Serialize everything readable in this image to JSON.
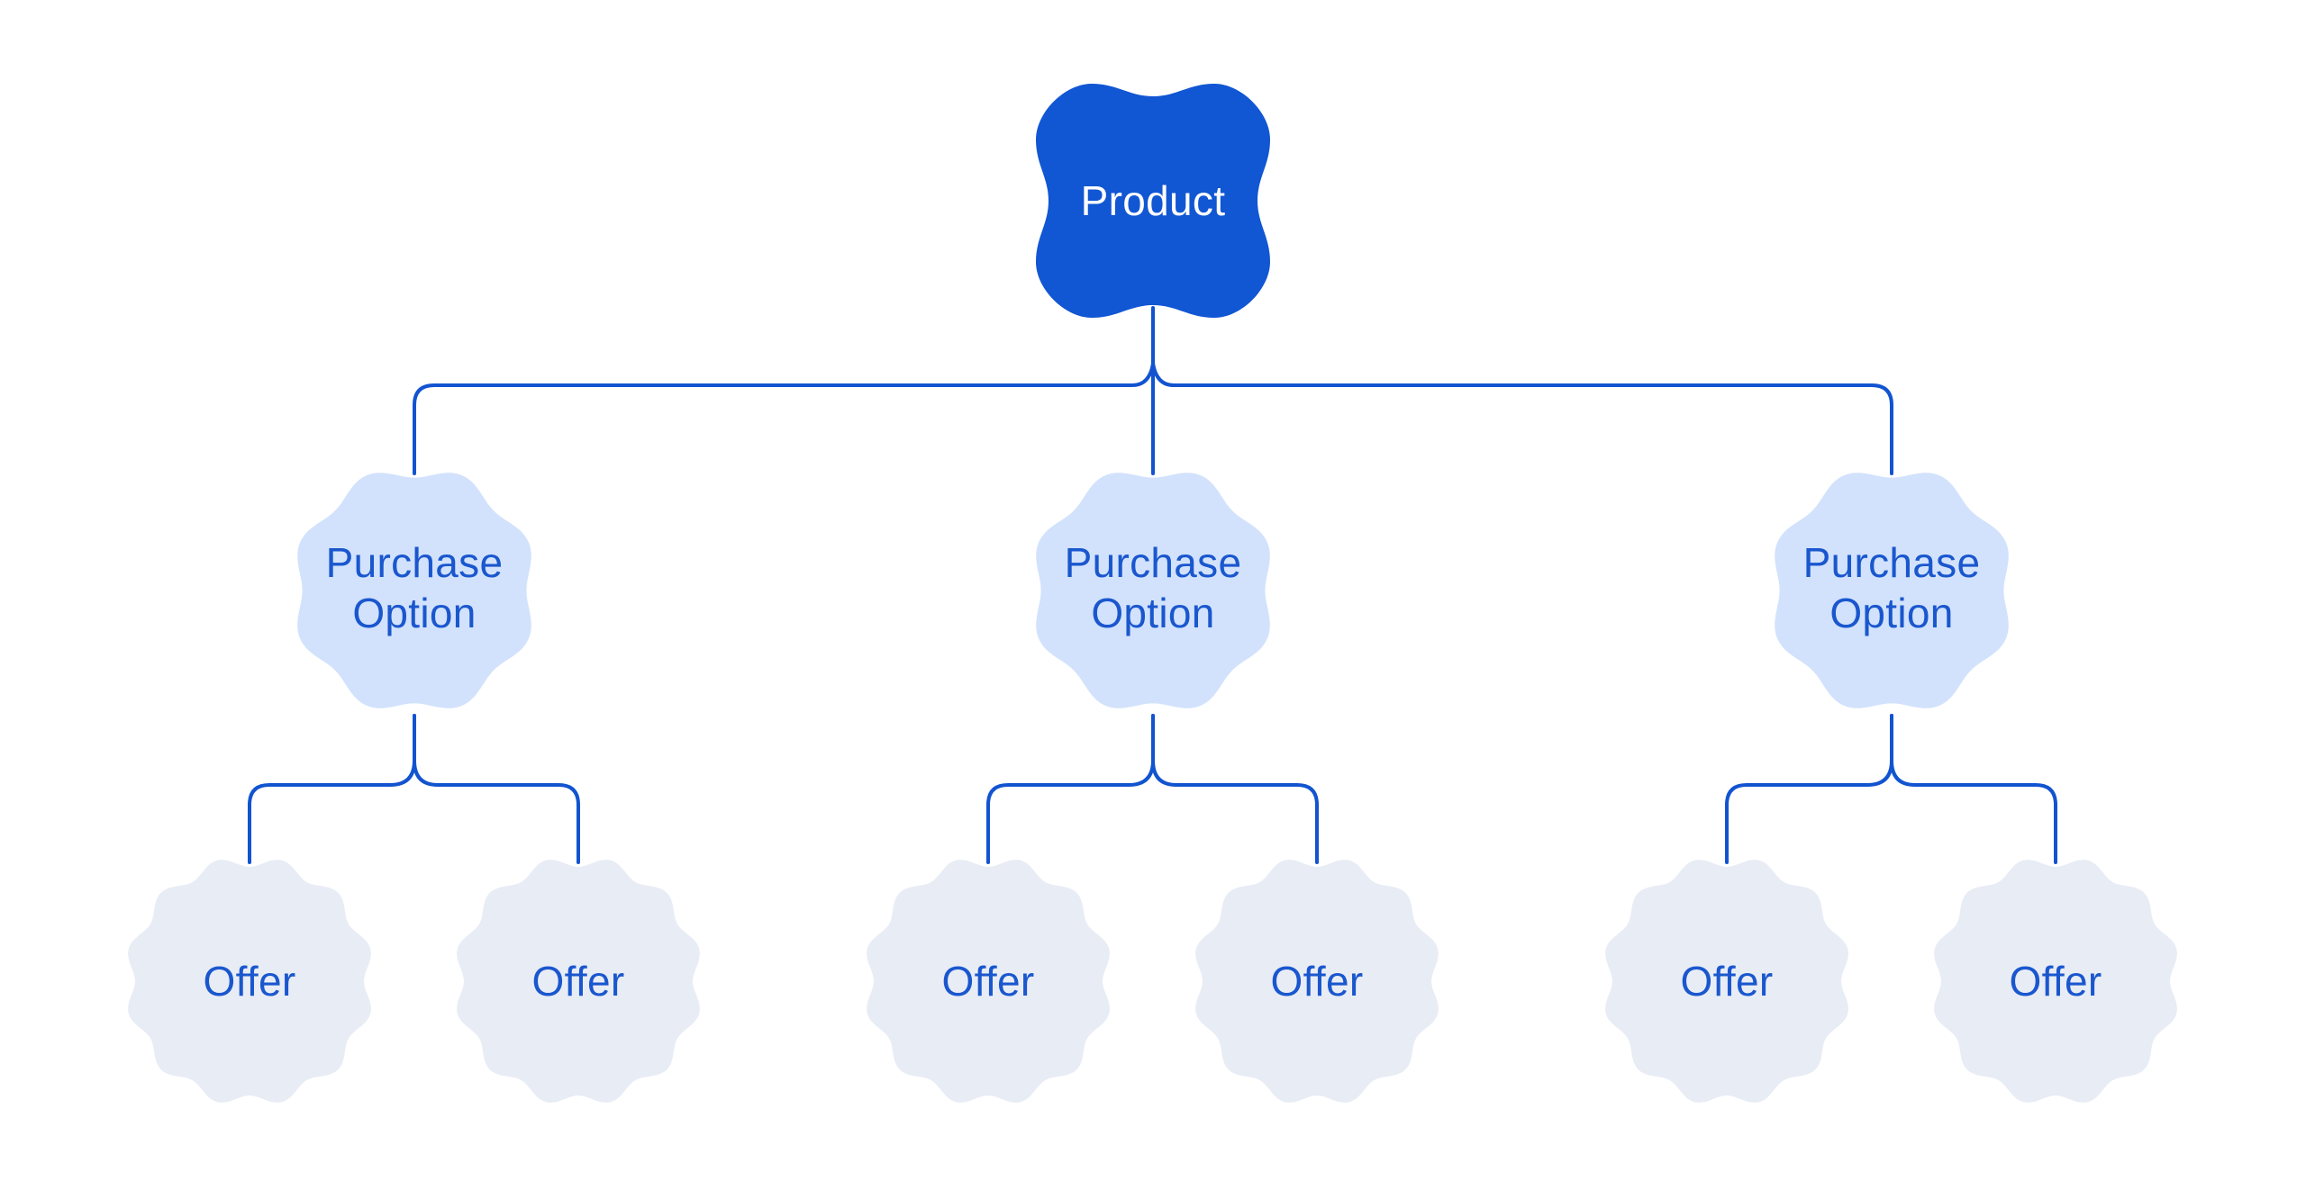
{
  "colors": {
    "background": "#FFFFFF",
    "connector": "#1254D0",
    "product_fill": "#1156D3",
    "product_text": "#FFFFFF",
    "purchase_option_fill": "#D2E2FC",
    "offer_fill": "#E8ECF5",
    "node_text": "#1A57CE"
  },
  "nodes": {
    "product": {
      "label": "Product"
    },
    "purchase_options": [
      {
        "label": "Purchase Option"
      },
      {
        "label": "Purchase Option"
      },
      {
        "label": "Purchase Option"
      }
    ],
    "offers": [
      {
        "label": "Offer"
      },
      {
        "label": "Offer"
      },
      {
        "label": "Offer"
      },
      {
        "label": "Offer"
      },
      {
        "label": "Offer"
      },
      {
        "label": "Offer"
      }
    ]
  }
}
